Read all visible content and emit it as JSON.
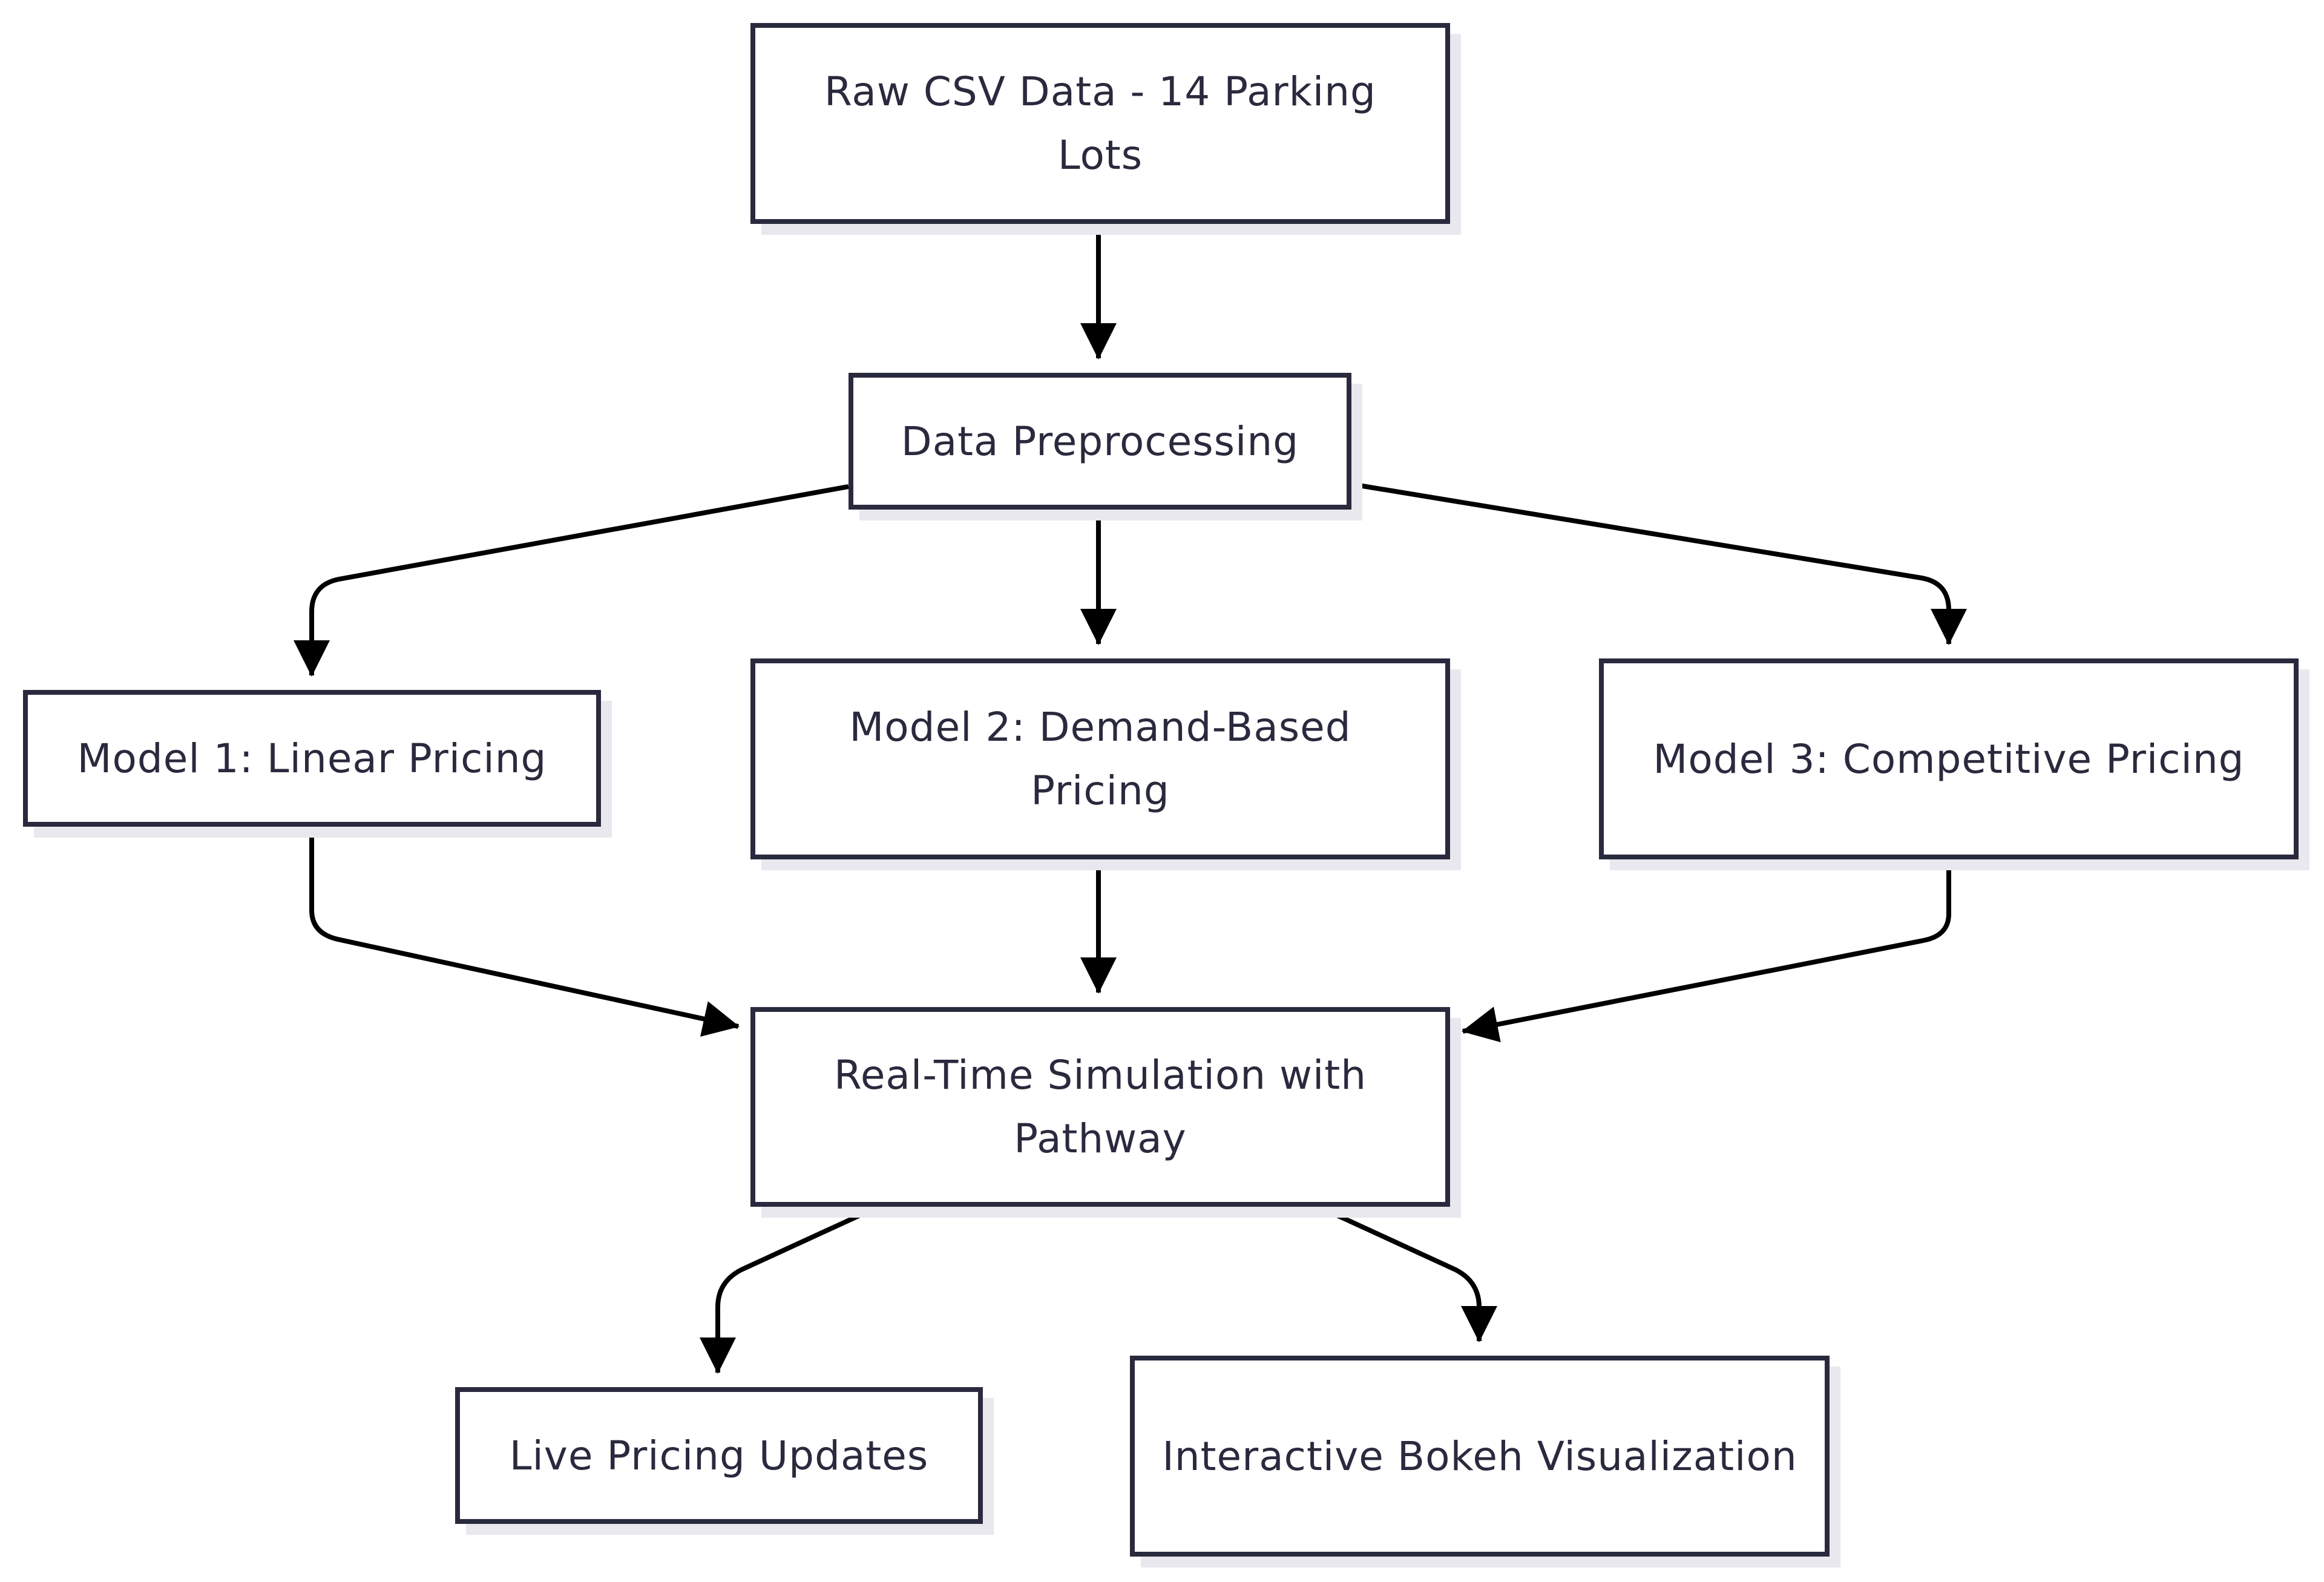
{
  "nodes": {
    "raw_data": {
      "label": "Raw CSV Data - 14 Parking Lots"
    },
    "preprocessing": {
      "label": "Data Preprocessing"
    },
    "model1": {
      "label": "Model 1: Linear Pricing"
    },
    "model2": {
      "label": "Model 2: Demand-Based Pricing"
    },
    "model3": {
      "label": "Model 3: Competitive Pricing"
    },
    "simulation": {
      "label": "Real-Time Simulation with Pathway"
    },
    "live_updates": {
      "label": "Live Pricing Updates"
    },
    "bokeh": {
      "label": "Interactive Bokeh Visualization"
    }
  },
  "edges": [
    {
      "from": "raw_data",
      "to": "preprocessing"
    },
    {
      "from": "preprocessing",
      "to": "model1"
    },
    {
      "from": "preprocessing",
      "to": "model2"
    },
    {
      "from": "preprocessing",
      "to": "model3"
    },
    {
      "from": "model1",
      "to": "simulation"
    },
    {
      "from": "model2",
      "to": "simulation"
    },
    {
      "from": "model3",
      "to": "simulation"
    },
    {
      "from": "simulation",
      "to": "live_updates"
    },
    {
      "from": "simulation",
      "to": "bokeh"
    }
  ],
  "colors": {
    "node_border": "#2a2a3e",
    "node_text": "#2a2a3e",
    "node_fill": "#ffffff",
    "node_shadow": "#e8e8ee",
    "edge": "#000000"
  }
}
